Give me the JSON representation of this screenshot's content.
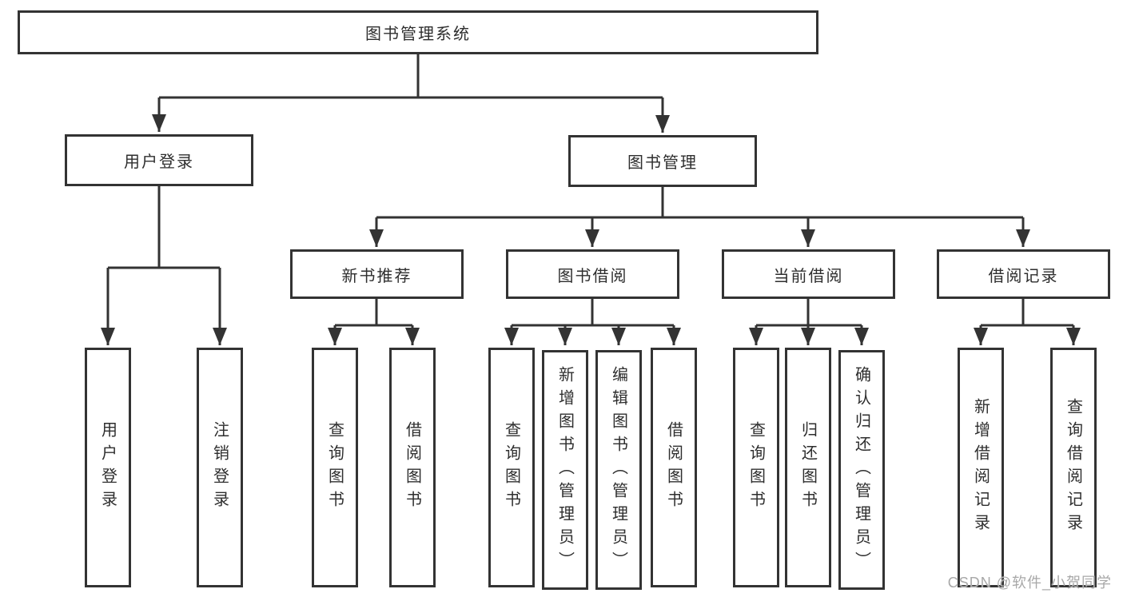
{
  "diagram": {
    "root": {
      "label": "图书管理系统"
    },
    "level2": [
      {
        "label": "用户登录"
      },
      {
        "label": "图书管理"
      }
    ],
    "level3": [
      {
        "label": "新书推荐"
      },
      {
        "label": "图书借阅"
      },
      {
        "label": "当前借阅"
      },
      {
        "label": "借阅记录"
      }
    ],
    "leaves": [
      {
        "label": "用户登录",
        "parent": "用户登录"
      },
      {
        "label": "注销登录",
        "parent": "用户登录"
      },
      {
        "label": "查询图书",
        "parent": "新书推荐"
      },
      {
        "label": "借阅图书",
        "parent": "新书推荐"
      },
      {
        "label": "查询图书",
        "parent": "图书借阅"
      },
      {
        "label": "新增图书（管理员）",
        "parent": "图书借阅"
      },
      {
        "label": "编辑图书（管理员）",
        "parent": "图书借阅"
      },
      {
        "label": "借阅图书",
        "parent": "图书借阅"
      },
      {
        "label": "查询图书",
        "parent": "当前借阅"
      },
      {
        "label": "归还图书",
        "parent": "当前借阅"
      },
      {
        "label": "确认归还（管理员）",
        "parent": "当前借阅"
      },
      {
        "label": "新增借阅记录",
        "parent": "借阅记录"
      },
      {
        "label": "查询借阅记录",
        "parent": "借阅记录"
      }
    ],
    "colors": {
      "line": "#333333",
      "text": "#2e2e2e",
      "background": "#ffffff",
      "watermark": "#a8a8a8"
    },
    "watermark": {
      "text": "CSDN @软件_小贺同学"
    }
  }
}
